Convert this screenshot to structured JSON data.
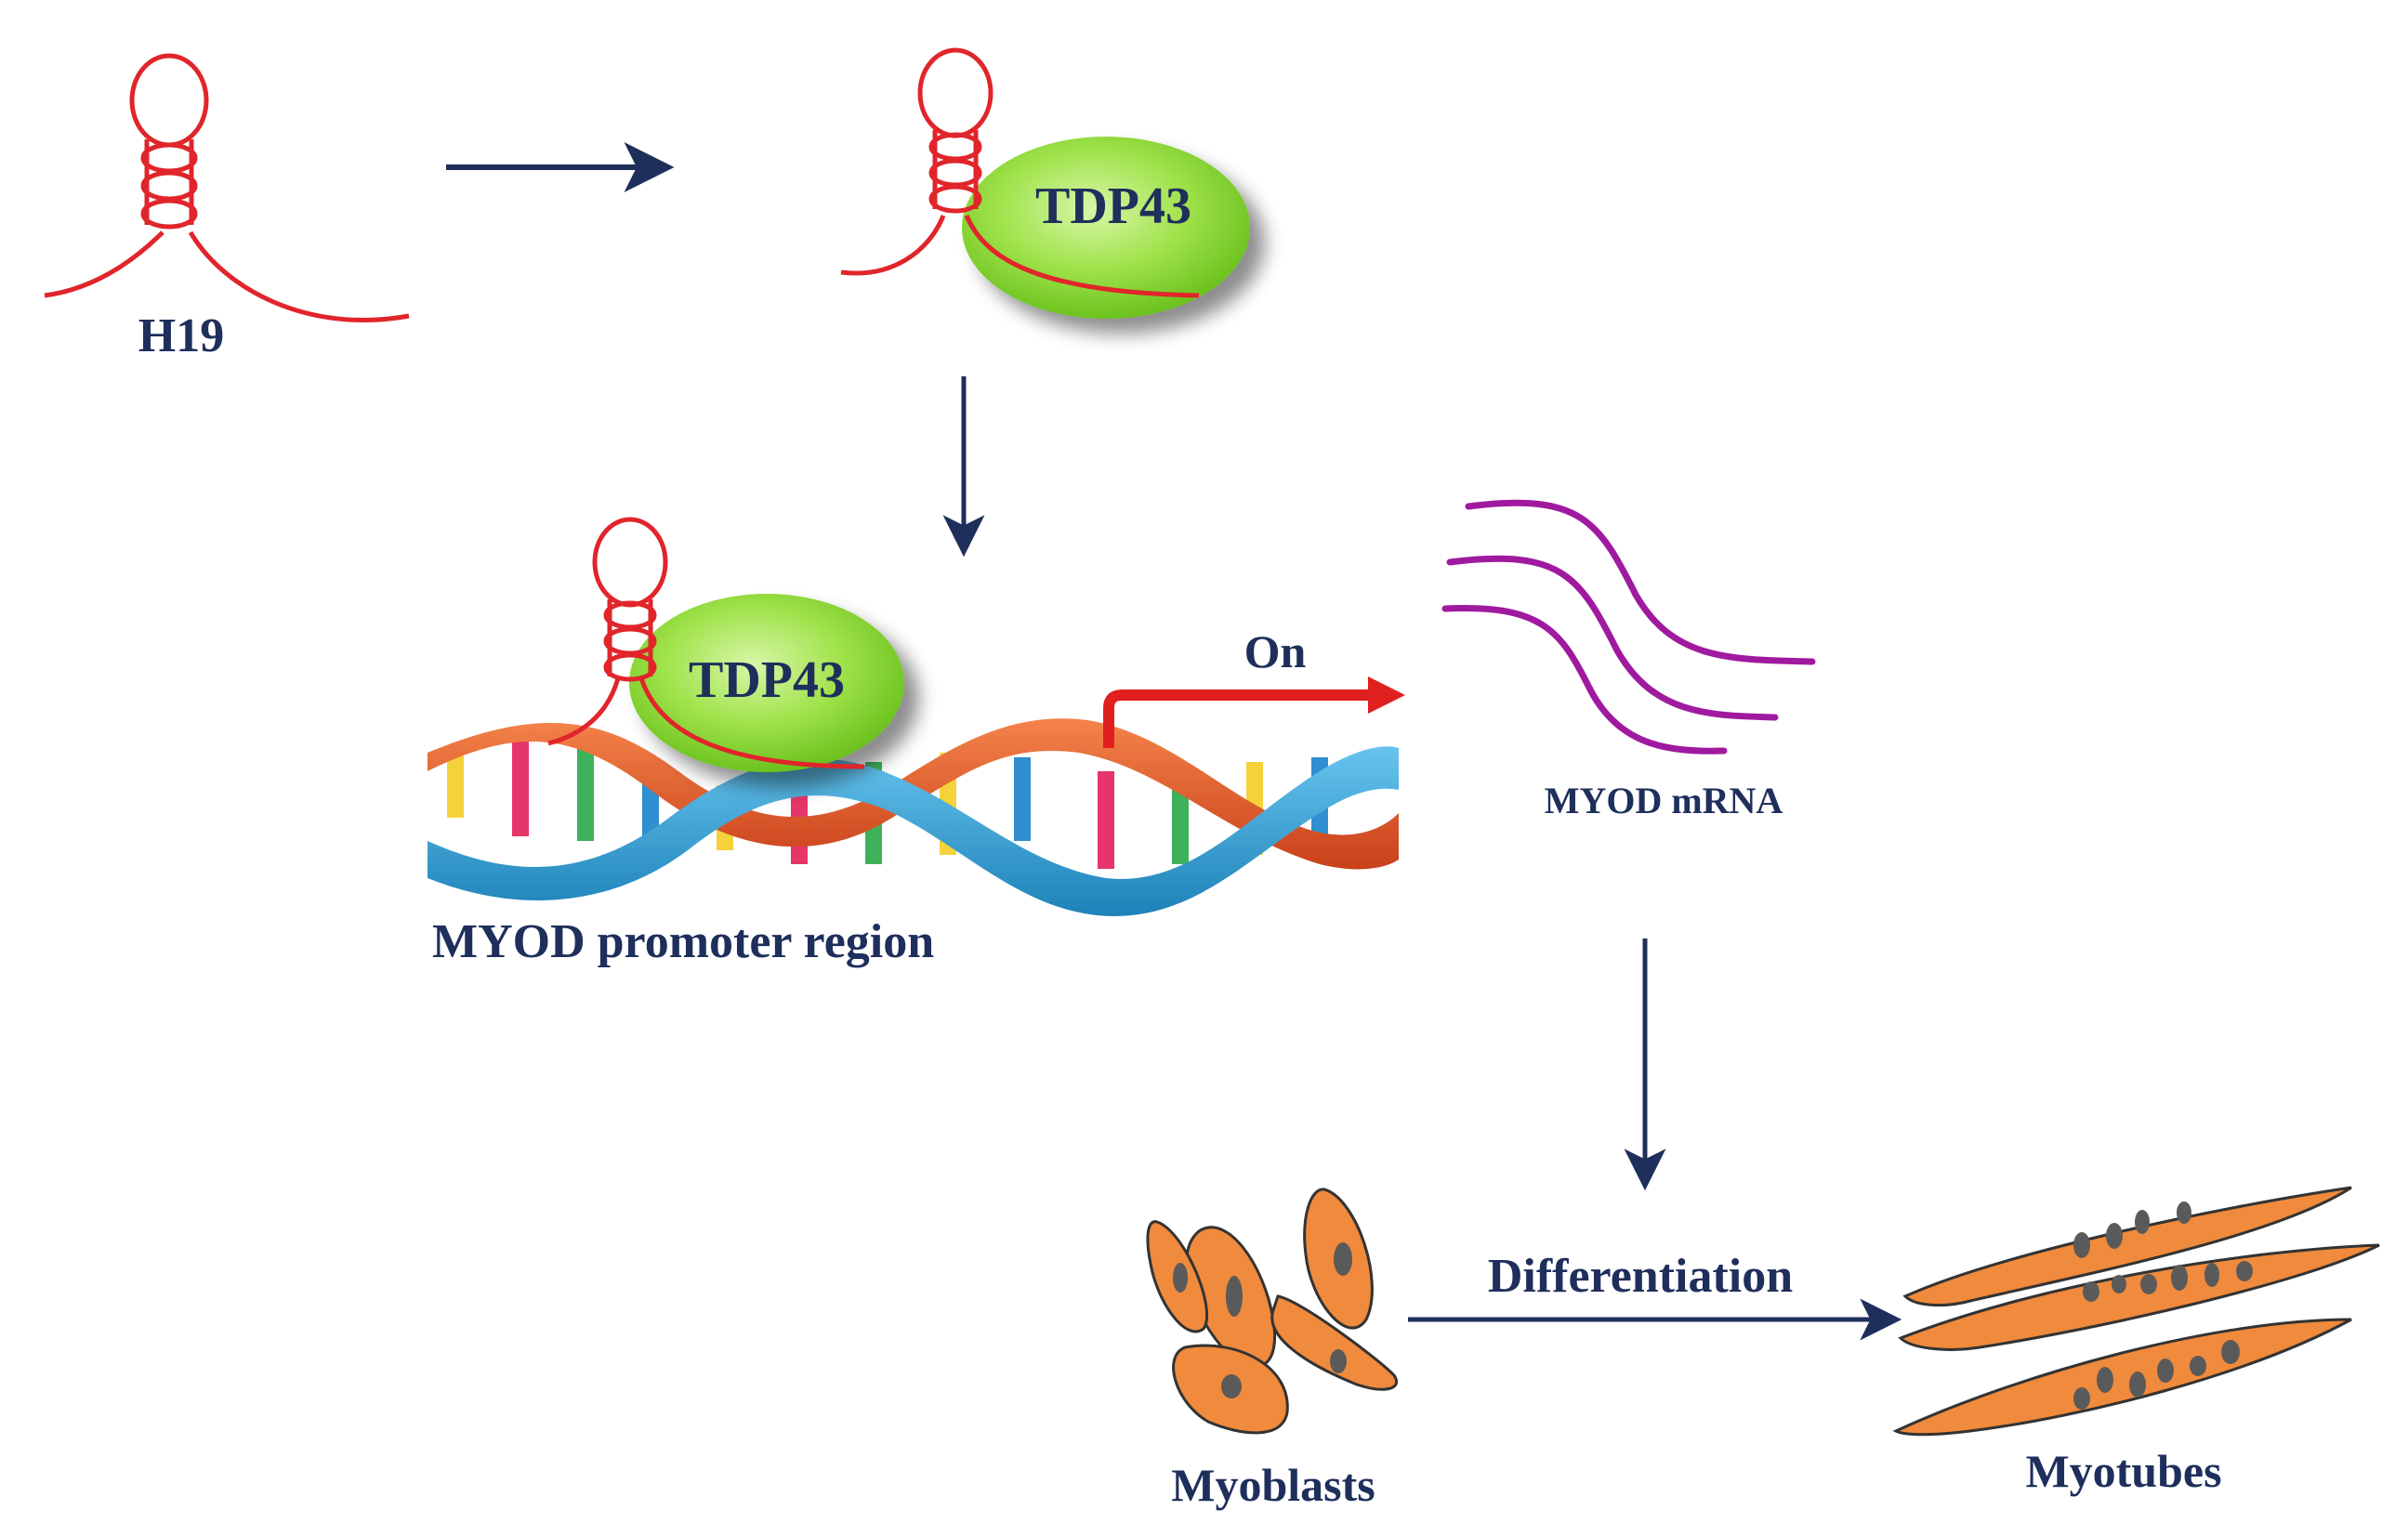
{
  "labels": {
    "h19": "H19",
    "tdp43_top": "TDP43",
    "tdp43_bottom": "TDP43",
    "on": "On",
    "myod_mrna": "MYOD mRNA",
    "myod_promoter": "MYOD promoter region",
    "myoblasts": "Myoblasts",
    "differentiation": "Differentiation",
    "myotubes": "Myotubes"
  },
  "colors": {
    "text": "#1f2f5c",
    "arrow": "#1f2f5c",
    "rna": "#e0252b",
    "protein": "#8fdc3a",
    "mrna": "#a01aa0",
    "cell": "#f08a3c",
    "nucleus": "#5a5a5a",
    "on_arrow": "#e0201e",
    "dna_orange": "#e8582a",
    "dna_blue": "#2f9fd0"
  },
  "icons": [
    "h19-rna-hairpin-icon",
    "tdp43-protein-icon",
    "dna-helix-icon",
    "mrna-strands-icon",
    "myoblast-cell-icon",
    "myotube-cell-icon"
  ]
}
